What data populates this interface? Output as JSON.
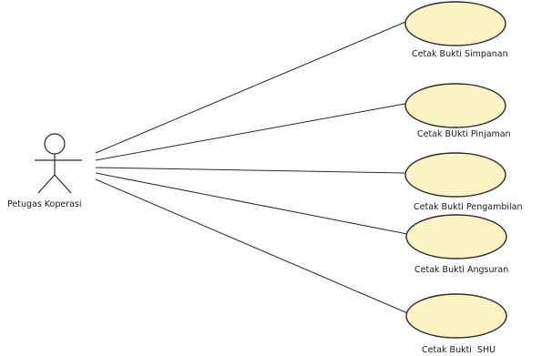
{
  "diagram": {
    "actor": {
      "name": "Petugas Koperasi"
    },
    "use_cases": [
      {
        "label": "Cetak Bukti Simpanan"
      },
      {
        "label": "Cetak BUkti Pinjaman"
      },
      {
        "label": "Cetak Bukti  Pengambilan"
      },
      {
        "label": "Cetak Bukti Angsuran"
      },
      {
        "label": "Cetak Bukti  SHU"
      }
    ],
    "colors": {
      "use_case_fill": "#faf3c2",
      "stroke": "#2a2a2a",
      "text": "#1a1a1a",
      "background": "#ffffff"
    }
  }
}
